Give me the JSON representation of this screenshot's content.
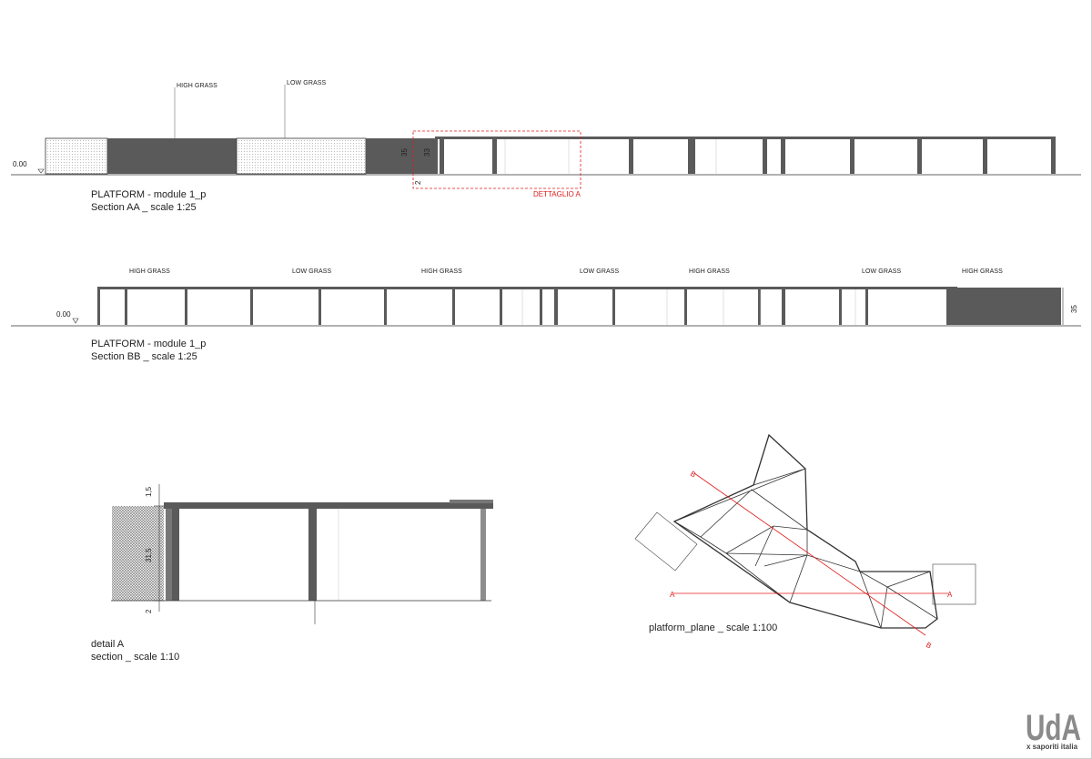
{
  "section_aa": {
    "caption_line1": "PLATFORM - module 1_p",
    "caption_line2": "Section AA _ scale 1:25",
    "level": "0.00",
    "labels": [
      "HIGH GRASS",
      "LOW GRASS"
    ],
    "dims": [
      "35",
      "33",
      "2"
    ],
    "detail_label": "DETTAGLIO A"
  },
  "section_bb": {
    "caption_line1": "PLATFORM - module 1_p",
    "caption_line2": "Section BB _ scale 1:25",
    "level": "0.00",
    "labels": [
      "HIGH GRASS",
      "LOW GRASS",
      "HIGH GRASS",
      "LOW GRASS",
      "HIGH GRASS",
      "LOW GRASS",
      "HIGH GRASS"
    ],
    "dims": [
      "35"
    ]
  },
  "detail_a": {
    "caption_line1": "detail A",
    "caption_line2": "section _ scale 1:10",
    "dims": [
      "1,5",
      "31,5",
      "2"
    ]
  },
  "plan": {
    "caption": "platform_plane _ scale 1:100",
    "section_marks": [
      "A",
      "A",
      "B",
      "B"
    ]
  },
  "logo": {
    "mark": "UdA",
    "sub": "x saporiti italia"
  },
  "colors": {
    "fill_dark": "#5a5a5a",
    "line": "#333333",
    "detail_red": "#e21b1b"
  }
}
